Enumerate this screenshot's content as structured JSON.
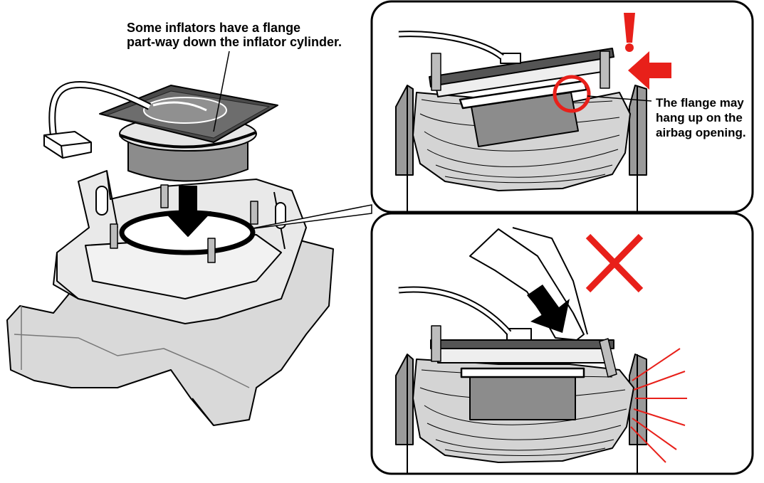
{
  "callouts": {
    "inflator_flange_note": [
      "Some inflators have a flange",
      "part-way down the inflator cylinder."
    ],
    "flange_hangup_note": [
      "The flange may",
      "hang up on the",
      "airbag opening."
    ]
  },
  "symbols": {
    "warning": "!",
    "wrong_method": "cross-mark"
  },
  "colors": {
    "line": "#000000",
    "steering_body": "#d9d9d9",
    "steering_shade": "#bdbdbd",
    "cylinder": "#8c8c8c",
    "airbag_fill": "#d4d4d4",
    "alert_red": "#e8201a",
    "background": "#ffffff"
  }
}
